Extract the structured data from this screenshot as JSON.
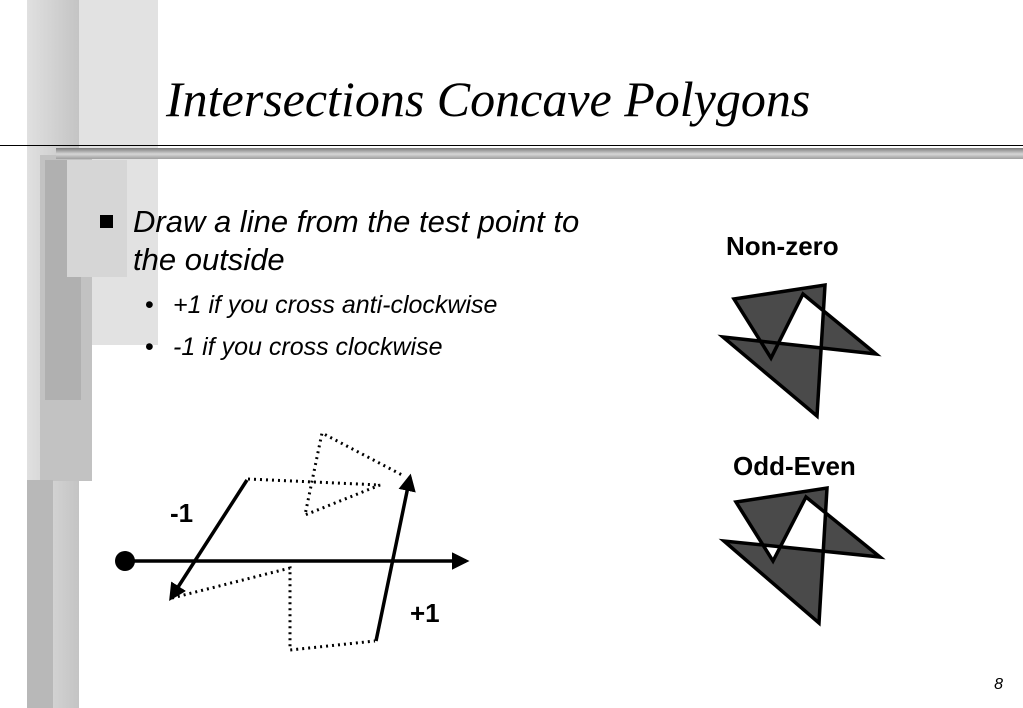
{
  "slide": {
    "title": "Intersections Concave Polygons",
    "bullets": [
      {
        "text": "Draw a line from the test point to the outside",
        "sub": [
          "+1 if you cross anti-clockwise",
          "-1 if you cross clockwise"
        ]
      }
    ],
    "diagram": {
      "minus_label": "-1",
      "plus_label": "+1"
    },
    "rules": {
      "nonzero_label": "Non-zero",
      "oddeven_label": "Odd-Even"
    },
    "page_number": "8"
  },
  "colors": {
    "fill_dark": "#4a4a4a",
    "deco_light": "#ececec",
    "deco_mid": "#d4d4d4",
    "deco_dark": "#b5b5b5"
  }
}
